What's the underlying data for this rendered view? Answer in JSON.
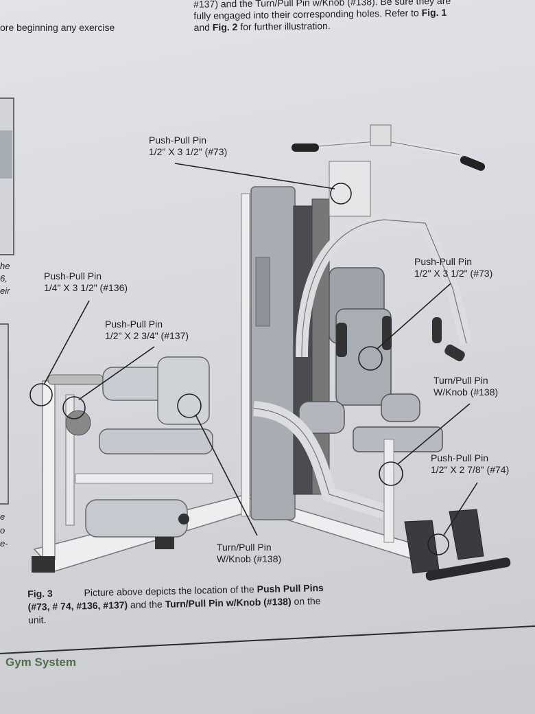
{
  "header": {
    "right_lines": [
      "#137) and the Turn/Pull Pin w/Knob (#138). Be sure they are",
      "fully engaged into their corresponding holes.  Refer to",
      "and",
      "for further illustration."
    ],
    "fig1_ref": "Fig. 1",
    "fig2_ref": "Fig. 2",
    "left_line": "ore beginning any exercise"
  },
  "left_fragments": [
    "he",
    "6,",
    "eir",
    "e",
    "o",
    "e-"
  ],
  "labels": {
    "pin73_top": [
      "Push-Pull Pin",
      "1/2\" X 3 1/2\" (#73)"
    ],
    "pin73_right": [
      "Push-Pull Pin",
      "1/2\" X 3 1/2\" (#73)"
    ],
    "pin136": [
      "Push-Pull Pin",
      "1/4\" X 3 1/2\" (#136)"
    ],
    "pin137": [
      "Push-Pull Pin",
      "1/2\" X 2 3/4\" (#137)"
    ],
    "pin138_right": [
      "Turn/Pull Pin",
      "W/Knob (#138)"
    ],
    "pin74": [
      "Push-Pull Pin",
      "1/2\" X 2 7/8\" (#74)"
    ],
    "pin138_bottom": [
      "Turn/Pull Pin",
      "W/Knob (#138)"
    ]
  },
  "caption": {
    "fig": "Fig. 3",
    "text1": "Picture above depicts the location of the",
    "bold1": "Push Pull Pins",
    "bold2": "(#73, # 74, #136, #137)",
    "text2": "and the",
    "bold3": "Turn/Pull Pin w/Knob (#138)",
    "text3": "on the",
    "text4": "unit."
  },
  "footer": "Gym System"
}
